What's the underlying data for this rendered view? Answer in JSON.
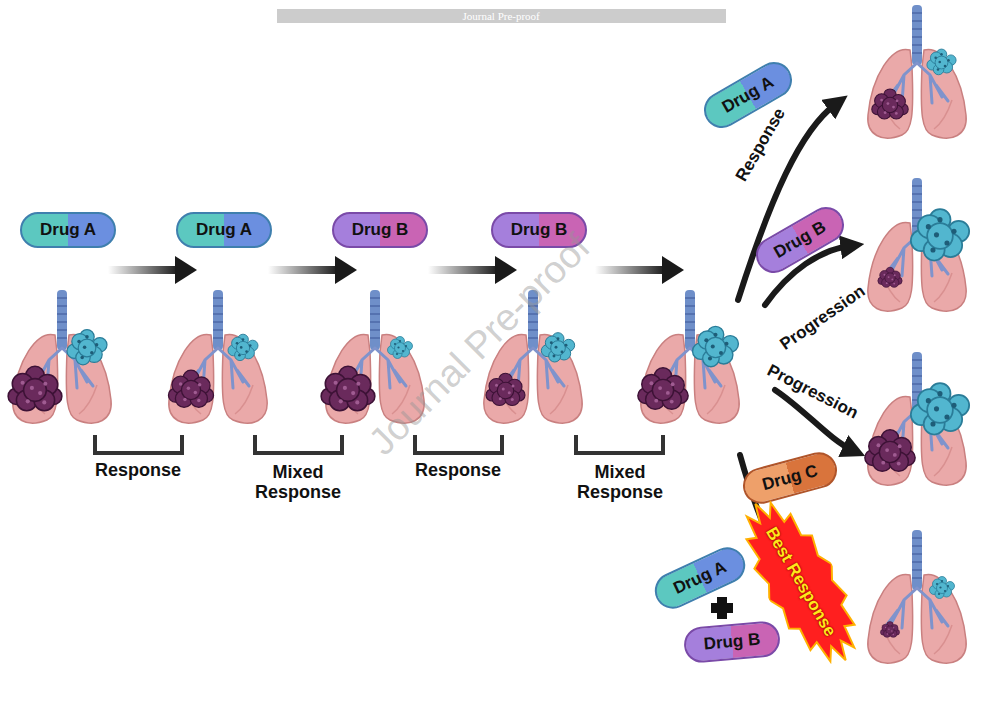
{
  "diagram": {
    "nodes": [
      {
        "text": [
          "Drug A"
        ]
      },
      {
        "text": [
          "Drug A"
        ]
      },
      {
        "text": [
          "Drug B"
        ]
      },
      {
        "text": [
          "Drug B"
        ]
      },
      {
        "text": [
          "Drug A"
        ]
      },
      {
        "text": [
          "Drug B"
        ]
      },
      {
        "text": [
          "Drug C"
        ]
      },
      {
        "text": [
          "Best Response"
        ]
      },
      {
        "text": [
          "Drug A"
        ]
      },
      {
        "text": [
          "Drug B"
        ]
      }
    ],
    "labels": [
      "Journal Pre-proof",
      "Journal Pre-proof",
      "Response",
      "Mixed Response",
      "Response",
      "Mixed Response",
      "Response",
      "Progression",
      "Progression"
    ]
  }
}
